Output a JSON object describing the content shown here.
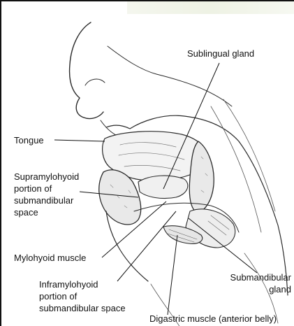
{
  "labels": {
    "sublingual_gland": "Sublingual gland",
    "tongue": "Tongue",
    "supramylohyoid": [
      "Supramylohyoid",
      "portion of",
      "submandibular",
      "space"
    ],
    "mylohyoid_muscle": "Mylohyoid muscle",
    "inframylohyoid": [
      "Inframylohyoid",
      "portion of",
      "submandibular space"
    ],
    "submandibular_gland": [
      "Submandibular",
      "gland"
    ],
    "digastric_muscle": "Digastric muscle (anterior belly)"
  }
}
